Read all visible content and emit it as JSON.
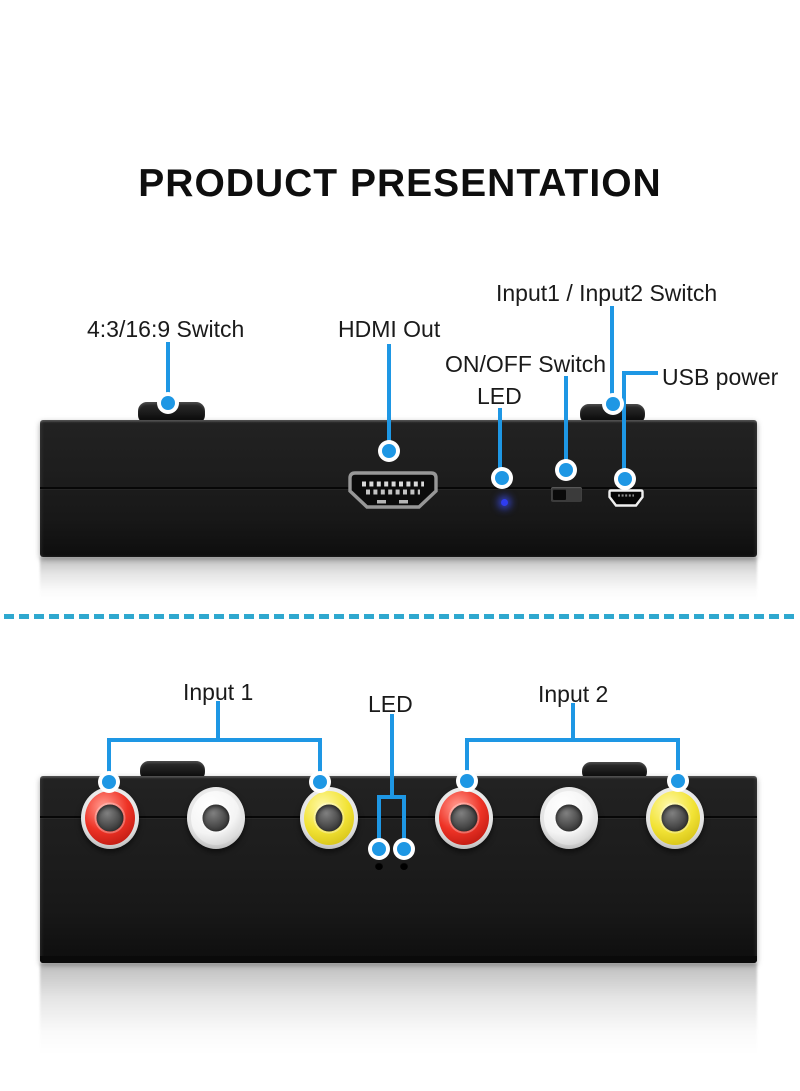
{
  "title": "PRODUCT PRESENTATION",
  "colors": {
    "callout_blue": "#1E97E4",
    "divider_blue": "#2FA8CF",
    "power_led_blue": "#2E3CF0",
    "rca_red": "#EE3326",
    "rca_white": "#F4F4F4",
    "rca_yellow": "#F2E335",
    "device_black": "#1B1B1B"
  },
  "top_view": {
    "labels": {
      "ratio_switch": "4:3/16:9 Switch",
      "hdmi_out": "HDMI Out",
      "input_switch": "Input1 / Input2 Switch",
      "onoff_switch": "ON/OFF Switch",
      "led": "LED",
      "usb_power": "USB power"
    }
  },
  "bottom_view": {
    "labels": {
      "input1": "Input 1",
      "led": "LED",
      "input2": "Input 2"
    }
  }
}
